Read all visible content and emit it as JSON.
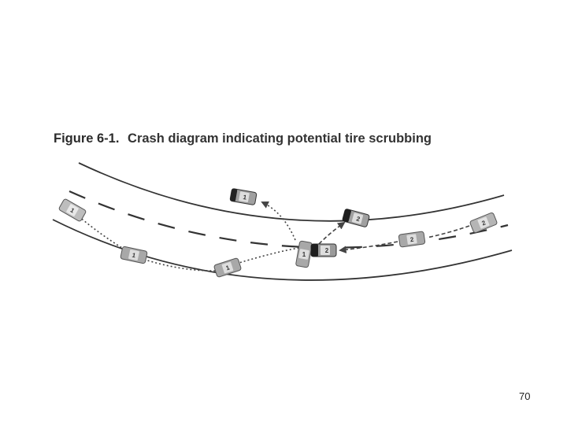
{
  "figure": {
    "number": "Figure 6-1.",
    "caption": "Crash diagram indicating potential tire scrubbing"
  },
  "vehicles": [
    {
      "id": "v1-start",
      "label": "1"
    },
    {
      "id": "v1-pos2",
      "label": "1"
    },
    {
      "id": "v1-pos3",
      "label": "1"
    },
    {
      "id": "v1-impact",
      "label": "1"
    },
    {
      "id": "v1-final",
      "label": "1"
    },
    {
      "id": "v2-start",
      "label": "2"
    },
    {
      "id": "v2-pos2",
      "label": "2"
    },
    {
      "id": "v2-impact",
      "label": "2"
    },
    {
      "id": "v2-final",
      "label": "2"
    }
  ],
  "page_number": "70"
}
